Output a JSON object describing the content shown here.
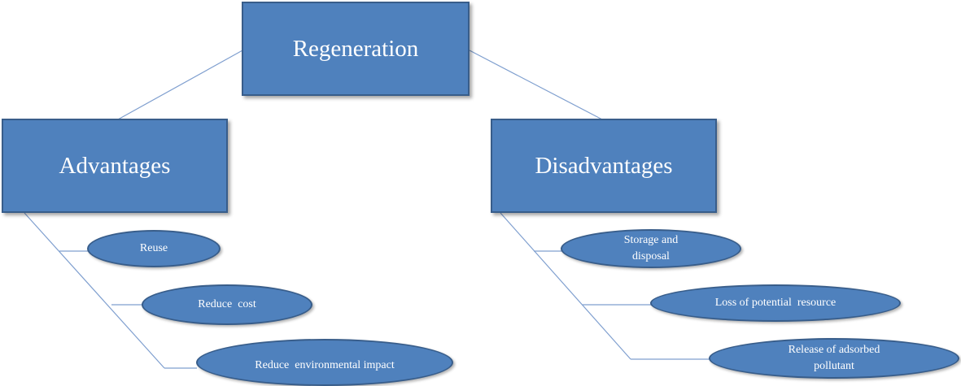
{
  "root": {
    "label": "Regeneration"
  },
  "branches": [
    {
      "label": "Advantages",
      "items": [
        "Reuse",
        "Reduce  cost",
        "Reduce  environmental impact"
      ]
    },
    {
      "label": "Disadvantages",
      "items": [
        "Storage and disposal",
        "Loss of potential  resource",
        "Release of adsorbed pollutant"
      ]
    }
  ],
  "colors": {
    "fill": "#4f81bd",
    "border": "#385d8a",
    "line": "#7f9fcf"
  }
}
